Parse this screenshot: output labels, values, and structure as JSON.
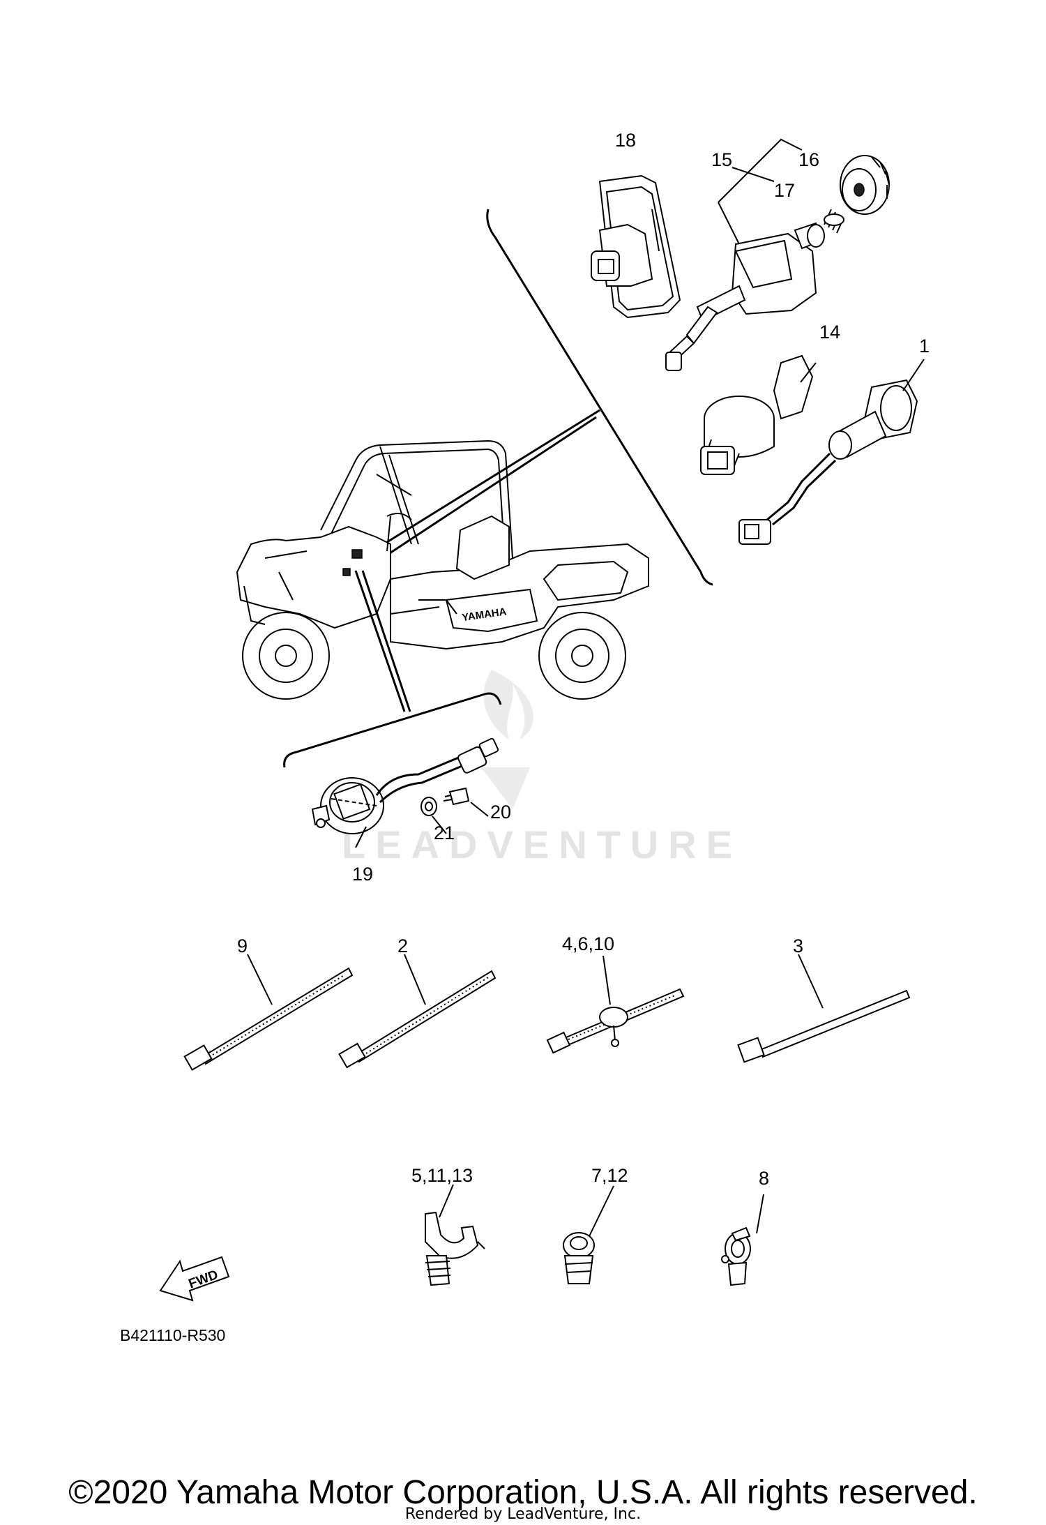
{
  "callouts": {
    "c18": "18",
    "c15": "15",
    "c16": "16",
    "c17": "17",
    "c14": "14",
    "c1": "1",
    "c20": "20",
    "c21": "21",
    "c19": "19",
    "c9": "9",
    "c2": "2",
    "c4_6_10": "4,6,10",
    "c3": "3",
    "c5_11_13": "5,11,13",
    "c7_12": "7,12",
    "c8": "8"
  },
  "fwd_label": "FWD",
  "diagram_code": "B421110-R530",
  "vehicle_badge": "YAMAHA",
  "watermark": "LEADVENTURE",
  "copyright": "©2020 Yamaha Motor Corporation, U.S.A. All rights reserved.",
  "rendered_by": "Rendered by LeadVenture, Inc."
}
